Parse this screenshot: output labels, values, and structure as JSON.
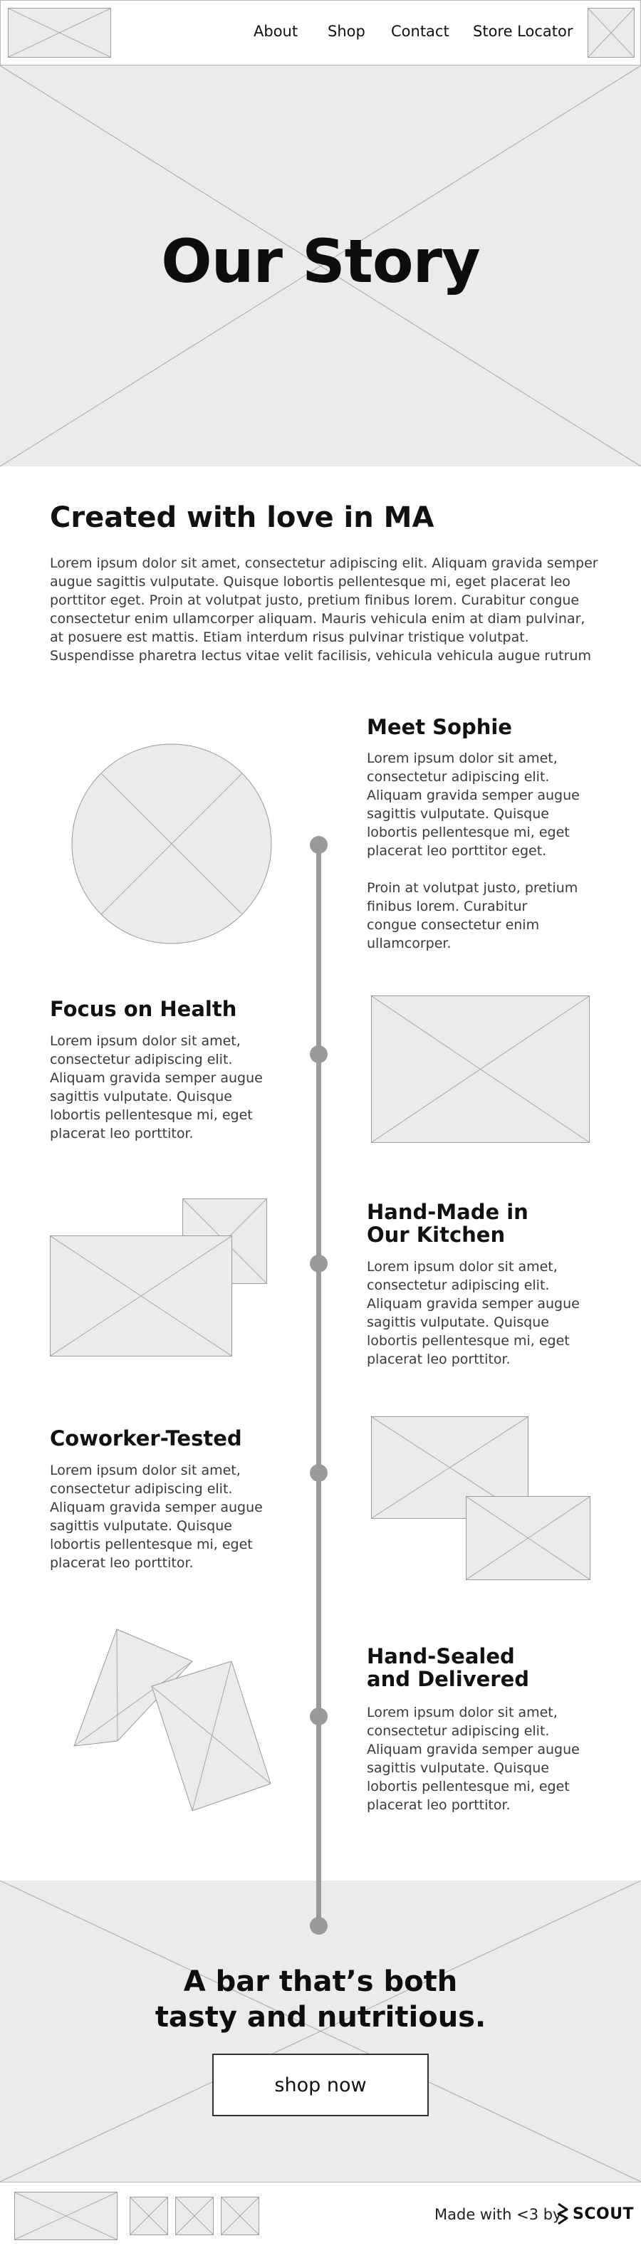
{
  "header": {
    "nav": [
      "About",
      "Shop",
      "Contact",
      "Store Locator"
    ]
  },
  "hero": {
    "title": "Our Story"
  },
  "intro": {
    "heading": "Created with love in MA",
    "body": "Lorem ipsum dolor sit amet, consectetur adipiscing elit. Aliquam gravida semper augue sagittis vulputate. Quisque lobortis pellentesque mi, eget placerat leo porttitor eget. Proin at volutpat justo, pretium finibus lorem. Curabitur congue consectetur enim ullamcorper aliquam. Mauris vehicula enim at diam pulvinar, at posuere est mattis. Etiam interdum risus pulvinar tristique volutpat. Suspendisse pharetra lectus vitae velit facilisis, vehicula vehicula augue rutrum"
  },
  "timeline": [
    {
      "heading": "Meet Sophie",
      "body": "Lorem ipsum dolor sit amet, consectetur adipiscing elit. Aliquam gravida semper augue sagittis vulputate. Quisque lobortis pellentesque mi, eget placerat leo porttitor eget.",
      "body2": "Proin at volutpat justo, pretium finibus lorem. Curabitur congue consectetur enim ullamcorper."
    },
    {
      "heading": "Focus on Health",
      "body": "Lorem ipsum dolor sit amet, consectetur adipiscing elit. Aliquam gravida semper augue sagittis vulputate. Quisque lobortis pellentesque mi, eget placerat leo porttitor."
    },
    {
      "heading": "Hand-Made in Our Kitchen",
      "body": "Lorem ipsum dolor sit amet, consectetur adipiscing elit. Aliquam gravida semper augue sagittis vulputate. Quisque lobortis pellentesque mi, eget placerat leo porttitor."
    },
    {
      "heading": "Coworker-Tested",
      "body": "Lorem ipsum dolor sit amet, consectetur adipiscing elit. Aliquam gravida semper augue sagittis vulputate. Quisque lobortis pellentesque mi, eget placerat leo porttitor."
    },
    {
      "heading": "Hand-Sealed and Delivered",
      "body": "Lorem ipsum dolor sit amet, consectetur adipiscing elit. Aliquam gravida semper augue sagittis vulputate. Quisque lobortis pellentesque mi, eget placerat leo porttitor."
    }
  ],
  "cta": {
    "title": "A bar that’s both tasty and nutritious.",
    "button": "shop now"
  },
  "footer": {
    "made_with": "Made with <3 by",
    "brand": "SCOUT"
  },
  "colors": {
    "placeholder_fill": "#ebebeb",
    "placeholder_stroke": "#a9a9a9",
    "timeline": "#9a9a9a"
  }
}
